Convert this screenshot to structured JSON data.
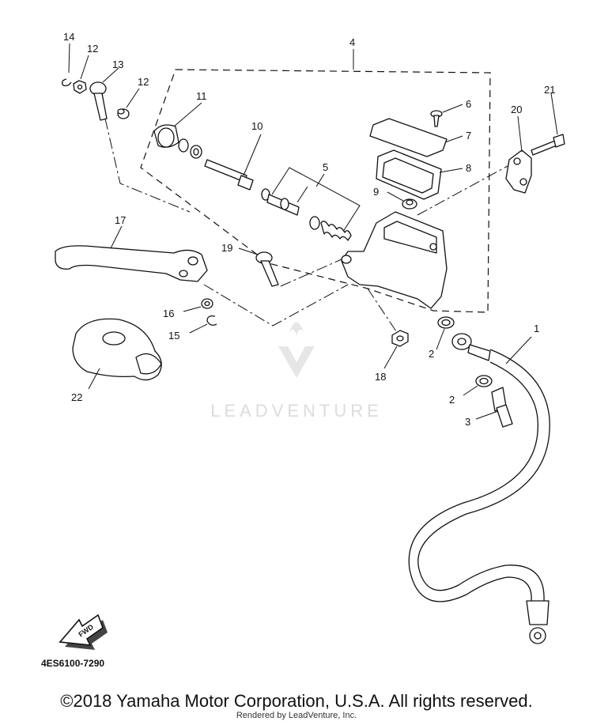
{
  "diagram": {
    "callouts": [
      "1",
      "2",
      "2",
      "3",
      "4",
      "5",
      "6",
      "7",
      "8",
      "9",
      "10",
      "11",
      "12",
      "12",
      "13",
      "14",
      "15",
      "16",
      "17",
      "18",
      "19",
      "20",
      "21",
      "22"
    ],
    "fwd_arrow": "FWD",
    "part_code": "4ES6100-7290",
    "watermark": "LEADVENTURE"
  },
  "footer": {
    "copyright": "©2018 Yamaha Motor Corporation, U.S.A. All rights reserved.",
    "rendered_by": "Rendered by LeadVenture, Inc."
  }
}
